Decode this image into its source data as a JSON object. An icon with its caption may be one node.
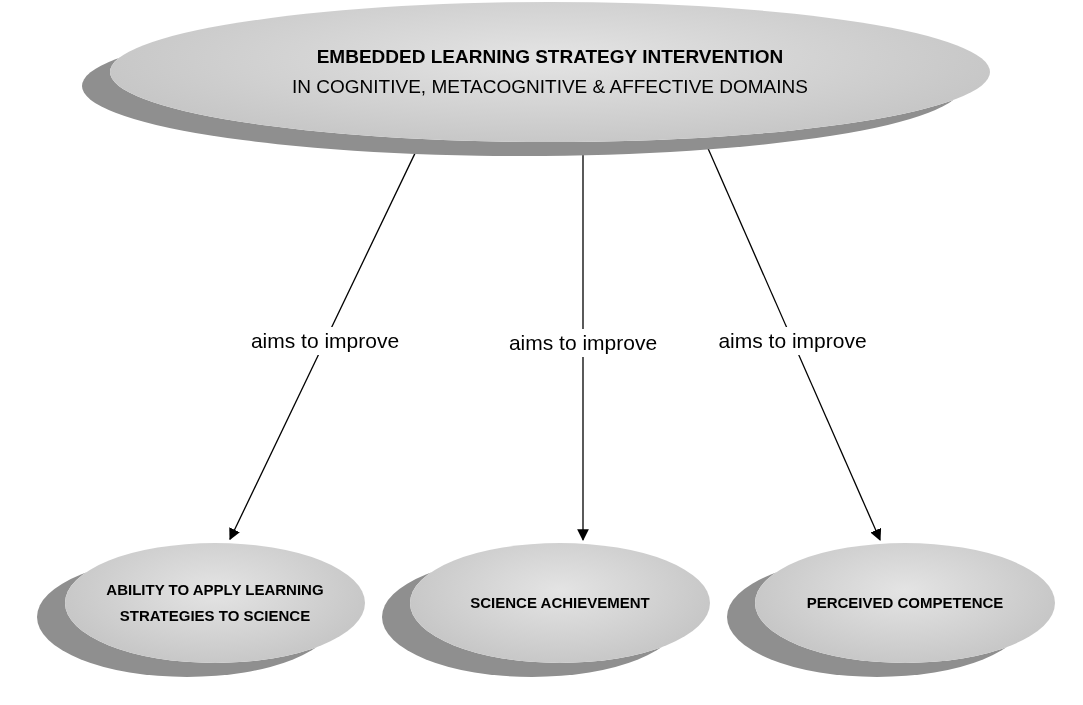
{
  "diagram": {
    "nodes": [
      {
        "text": [
          "EMBEDDED LEARNING STRATEGY INTERVENTION",
          "IN COGNITIVE, METACOGNITIVE & AFFECTIVE DOMAINS"
        ]
      },
      {
        "text": [
          "ABILITY TO APPLY LEARNING STRATEGIES TO SCIENCE"
        ]
      },
      {
        "text": [
          "SCIENCE ACHIEVEMENT"
        ]
      },
      {
        "text": [
          "PERCEIVED COMPETENCE"
        ]
      }
    ],
    "edges": [
      {
        "from": 0,
        "to": 1,
        "arrow": "to",
        "label": "aims to improve"
      },
      {
        "from": 0,
        "to": 2,
        "arrow": "to",
        "label": "aims to improve"
      },
      {
        "from": 0,
        "to": 3,
        "arrow": "to",
        "label": "aims to improve"
      }
    ]
  }
}
